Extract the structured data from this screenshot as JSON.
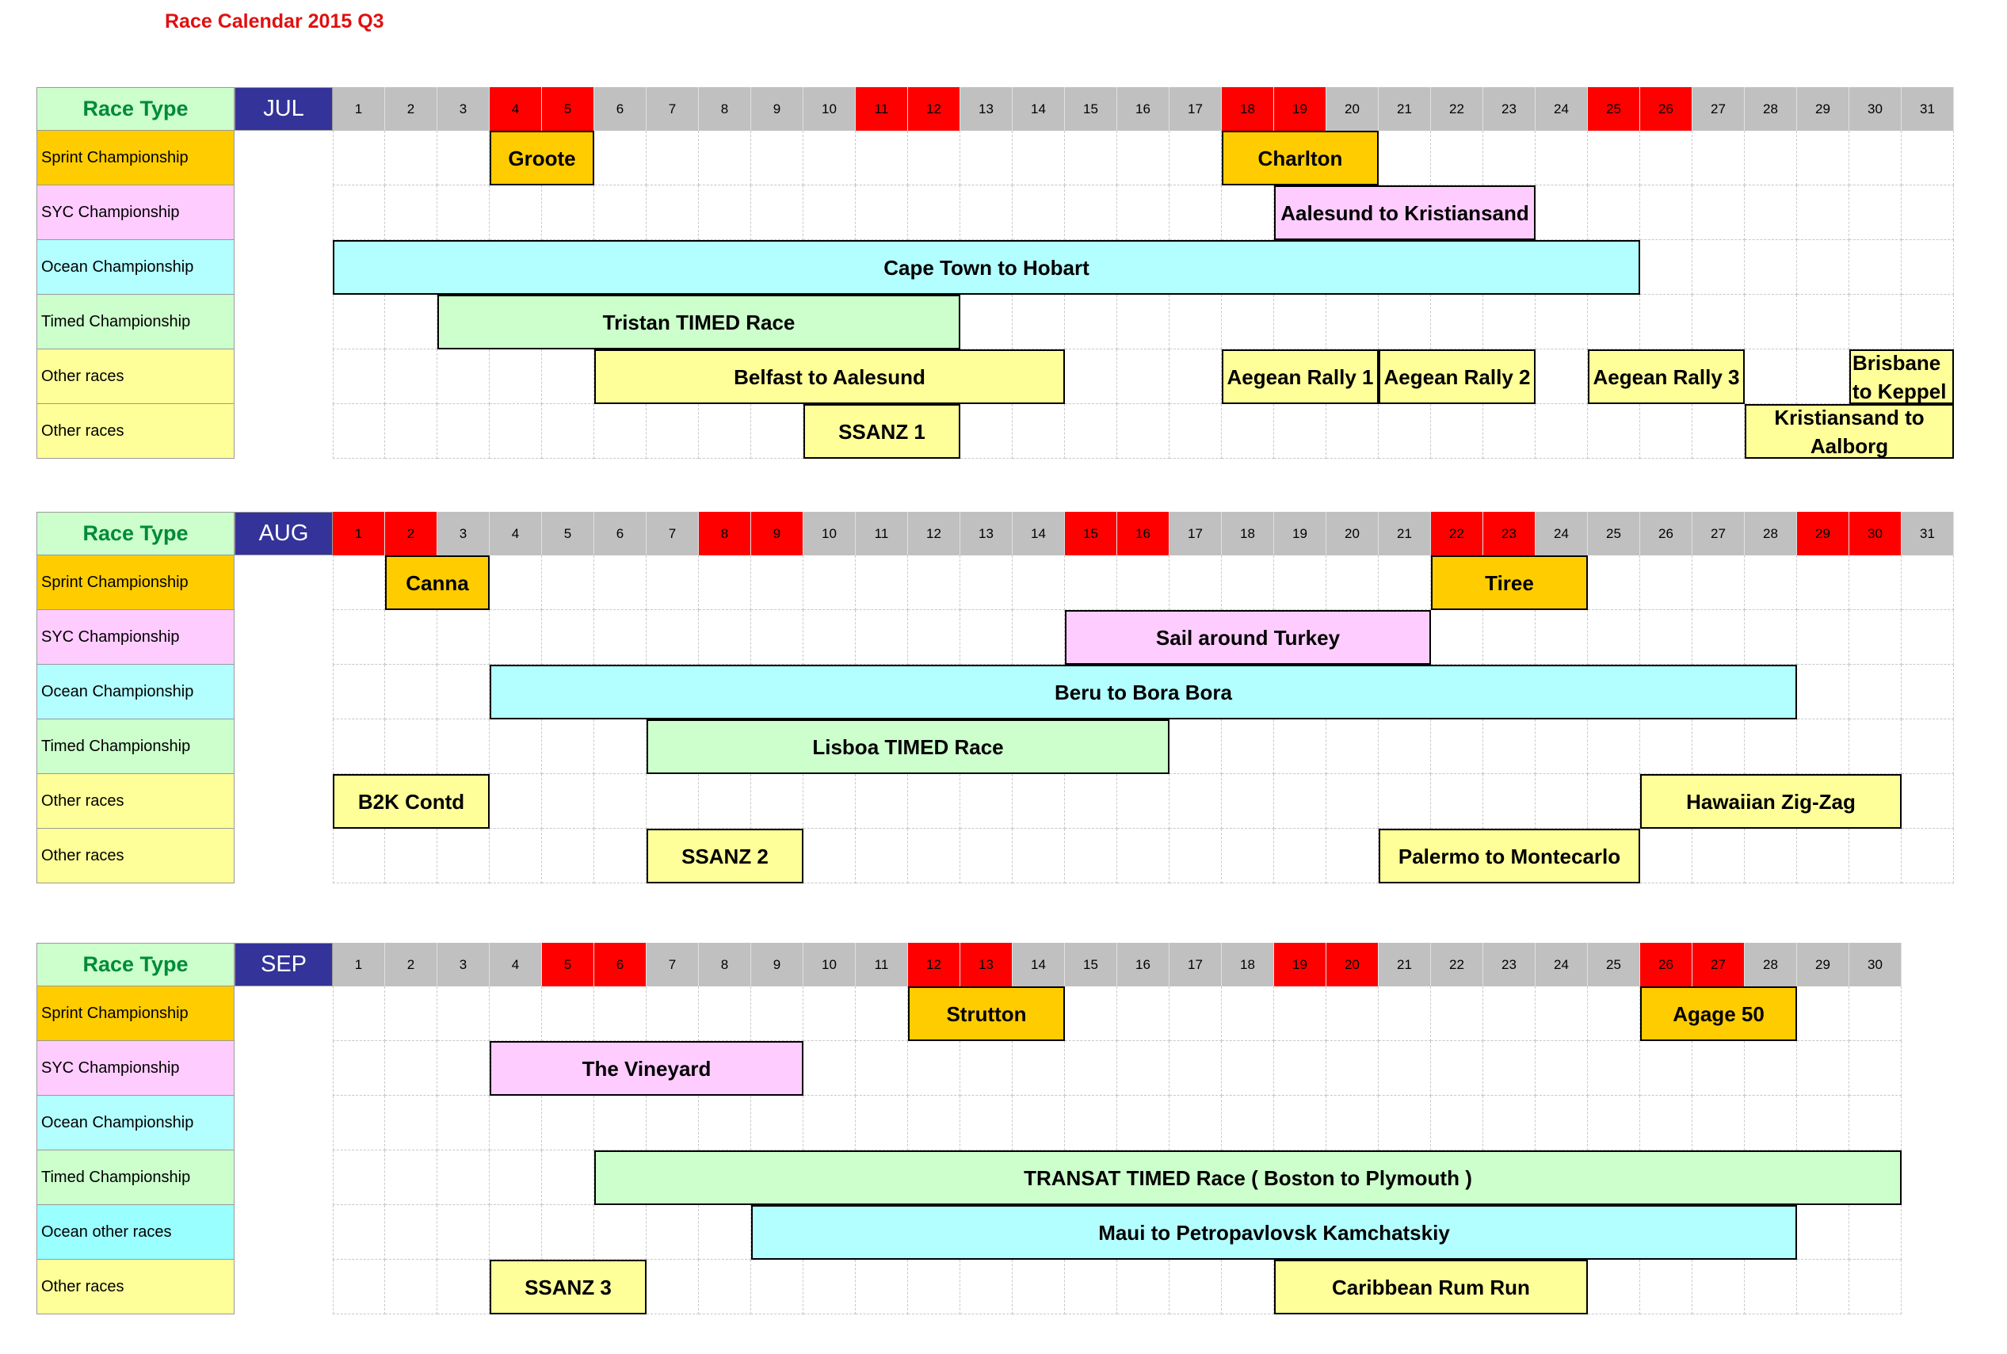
{
  "title": "Race Calendar 2015  Q3",
  "header_label": "Race Type",
  "category_colors": {
    "sprint": "#ffcc00",
    "syc": "#ffccff",
    "ocean": "#b3ffff",
    "timed": "#ccffcc",
    "other": "#ffff99",
    "ocean_other": "#99ffff",
    "weekend": "#ff0000",
    "month_header": "#333399",
    "day_header": "#c0c0c0"
  },
  "months": [
    {
      "name": "JUL",
      "days": 31,
      "weekends": [
        4,
        5,
        11,
        12,
        18,
        19,
        25,
        26
      ],
      "rows": [
        {
          "label": "Sprint Championship",
          "kind": "sprint"
        },
        {
          "label": "SYC Championship",
          "kind": "syc"
        },
        {
          "label": "Ocean Championship",
          "kind": "ocean"
        },
        {
          "label": "Timed Championship",
          "kind": "timed"
        },
        {
          "label": "Other races",
          "kind": "other"
        },
        {
          "label": "Other races",
          "kind": "other"
        }
      ],
      "races": [
        {
          "name": "Groote",
          "row": 0,
          "start": 4,
          "end": 5,
          "kind": "sprint"
        },
        {
          "name": "Charlton",
          "row": 0,
          "start": 18,
          "end": 20,
          "kind": "sprint"
        },
        {
          "name": "Aalesund to Kristiansand",
          "row": 1,
          "start": 19,
          "end": 23,
          "kind": "syc"
        },
        {
          "name": "Cape Town to Hobart",
          "row": 2,
          "start": 1,
          "end": 25,
          "kind": "ocean"
        },
        {
          "name": "Tristan TIMED Race",
          "row": 3,
          "start": 3,
          "end": 12,
          "kind": "timed"
        },
        {
          "name": "Belfast to Aalesund",
          "row": 4,
          "start": 6,
          "end": 14,
          "kind": "other"
        },
        {
          "name": "Aegean Rally 1",
          "row": 4,
          "start": 18,
          "end": 20,
          "kind": "other"
        },
        {
          "name": "Aegean Rally 2",
          "row": 4,
          "start": 21,
          "end": 23,
          "kind": "other"
        },
        {
          "name": "Aegean Rally 3",
          "row": 4,
          "start": 25,
          "end": 27,
          "kind": "other"
        },
        {
          "name": "Brisbane to Keppel",
          "row": 4,
          "start": 30,
          "end": 31,
          "kind": "other",
          "style": "wrapleft"
        },
        {
          "name": "SSANZ 1",
          "row": 5,
          "start": 10,
          "end": 12,
          "kind": "other"
        },
        {
          "name": "Kristiansand to Aalborg",
          "row": 5,
          "start": 28,
          "end": 31,
          "kind": "other",
          "style": "wrap"
        }
      ]
    },
    {
      "name": "AUG",
      "days": 31,
      "weekends": [
        1,
        2,
        8,
        9,
        15,
        16,
        22,
        23,
        29,
        30
      ],
      "rows": [
        {
          "label": "Sprint Championship",
          "kind": "sprint"
        },
        {
          "label": "SYC Championship",
          "kind": "syc"
        },
        {
          "label": "Ocean Championship",
          "kind": "ocean"
        },
        {
          "label": "Timed Championship",
          "kind": "timed"
        },
        {
          "label": "Other races",
          "kind": "other"
        },
        {
          "label": "Other races",
          "kind": "other"
        }
      ],
      "races": [
        {
          "name": "Canna",
          "row": 0,
          "start": 2,
          "end": 3,
          "kind": "sprint"
        },
        {
          "name": "Tiree",
          "row": 0,
          "start": 22,
          "end": 24,
          "kind": "sprint"
        },
        {
          "name": "Sail around Turkey",
          "row": 1,
          "start": 15,
          "end": 21,
          "kind": "syc"
        },
        {
          "name": "Beru to Bora Bora",
          "row": 2,
          "start": 4,
          "end": 28,
          "kind": "ocean"
        },
        {
          "name": "Lisboa TIMED Race",
          "row": 3,
          "start": 7,
          "end": 16,
          "kind": "timed"
        },
        {
          "name": "B2K Contd",
          "row": 4,
          "start": 1,
          "end": 3,
          "kind": "other"
        },
        {
          "name": "Hawaiian Zig-Zag",
          "row": 4,
          "start": 26,
          "end": 30,
          "kind": "other"
        },
        {
          "name": "SSANZ 2",
          "row": 5,
          "start": 7,
          "end": 9,
          "kind": "other"
        },
        {
          "name": "Palermo to Montecarlo",
          "row": 5,
          "start": 21,
          "end": 25,
          "kind": "other"
        }
      ]
    },
    {
      "name": "SEP",
      "days": 30,
      "weekends": [
        5,
        6,
        12,
        13,
        19,
        20,
        26,
        27
      ],
      "rows": [
        {
          "label": "Sprint Championship",
          "kind": "sprint"
        },
        {
          "label": "SYC Championship",
          "kind": "syc"
        },
        {
          "label": "Ocean Championship",
          "kind": "ocean"
        },
        {
          "label": "Timed Championship",
          "kind": "timed"
        },
        {
          "label": "Ocean other races",
          "kind": "ocean_other"
        },
        {
          "label": "Other races",
          "kind": "other"
        }
      ],
      "races": [
        {
          "name": "Strutton",
          "row": 0,
          "start": 12,
          "end": 14,
          "kind": "sprint"
        },
        {
          "name": "Agage 50",
          "row": 0,
          "start": 26,
          "end": 28,
          "kind": "sprint"
        },
        {
          "name": "The Vineyard",
          "row": 1,
          "start": 4,
          "end": 9,
          "kind": "syc"
        },
        {
          "name": "TRANSAT TIMED Race ( Boston to Plymouth )",
          "row": 3,
          "start": 6,
          "end": 30,
          "kind": "timed"
        },
        {
          "name": "Maui to Petropavlovsk Kamchatskiy",
          "row": 4,
          "start": 9,
          "end": 28,
          "kind": "ocean"
        },
        {
          "name": "SSANZ 3",
          "row": 5,
          "start": 4,
          "end": 6,
          "kind": "other"
        },
        {
          "name": "Caribbean Rum Run",
          "row": 5,
          "start": 19,
          "end": 24,
          "kind": "other"
        }
      ]
    }
  ]
}
